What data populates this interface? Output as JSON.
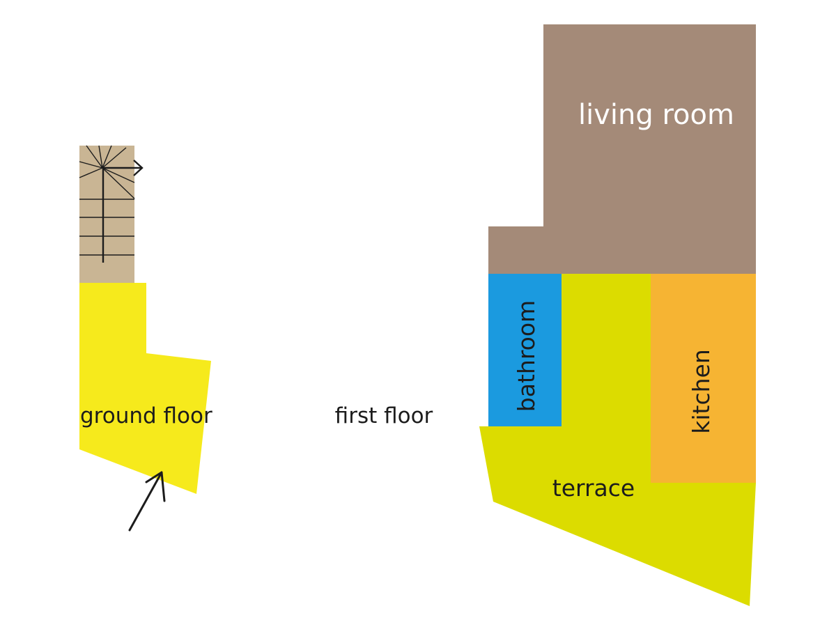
{
  "floors": {
    "ground": {
      "label": "ground floor",
      "colors": {
        "stair": "#c9b594",
        "floor": "#f6ea1c"
      }
    },
    "first": {
      "label": "first floor",
      "rooms": [
        {
          "id": "living",
          "label": "living room",
          "color": "#a48a78"
        },
        {
          "id": "bathroom",
          "label": "bathroom",
          "color": "#1b9adf"
        },
        {
          "id": "kitchen",
          "label": "kitchen",
          "color": "#f6b433"
        },
        {
          "id": "terrace",
          "label": "terrace",
          "color": "#dcdc00"
        }
      ]
    }
  },
  "icons": {
    "stair_arrow": "stair-direction-arrow-icon",
    "entrance_arrow": "entrance-arrow-icon"
  },
  "colors": {
    "line": "#1c1c1c",
    "background": "#ffffff"
  }
}
